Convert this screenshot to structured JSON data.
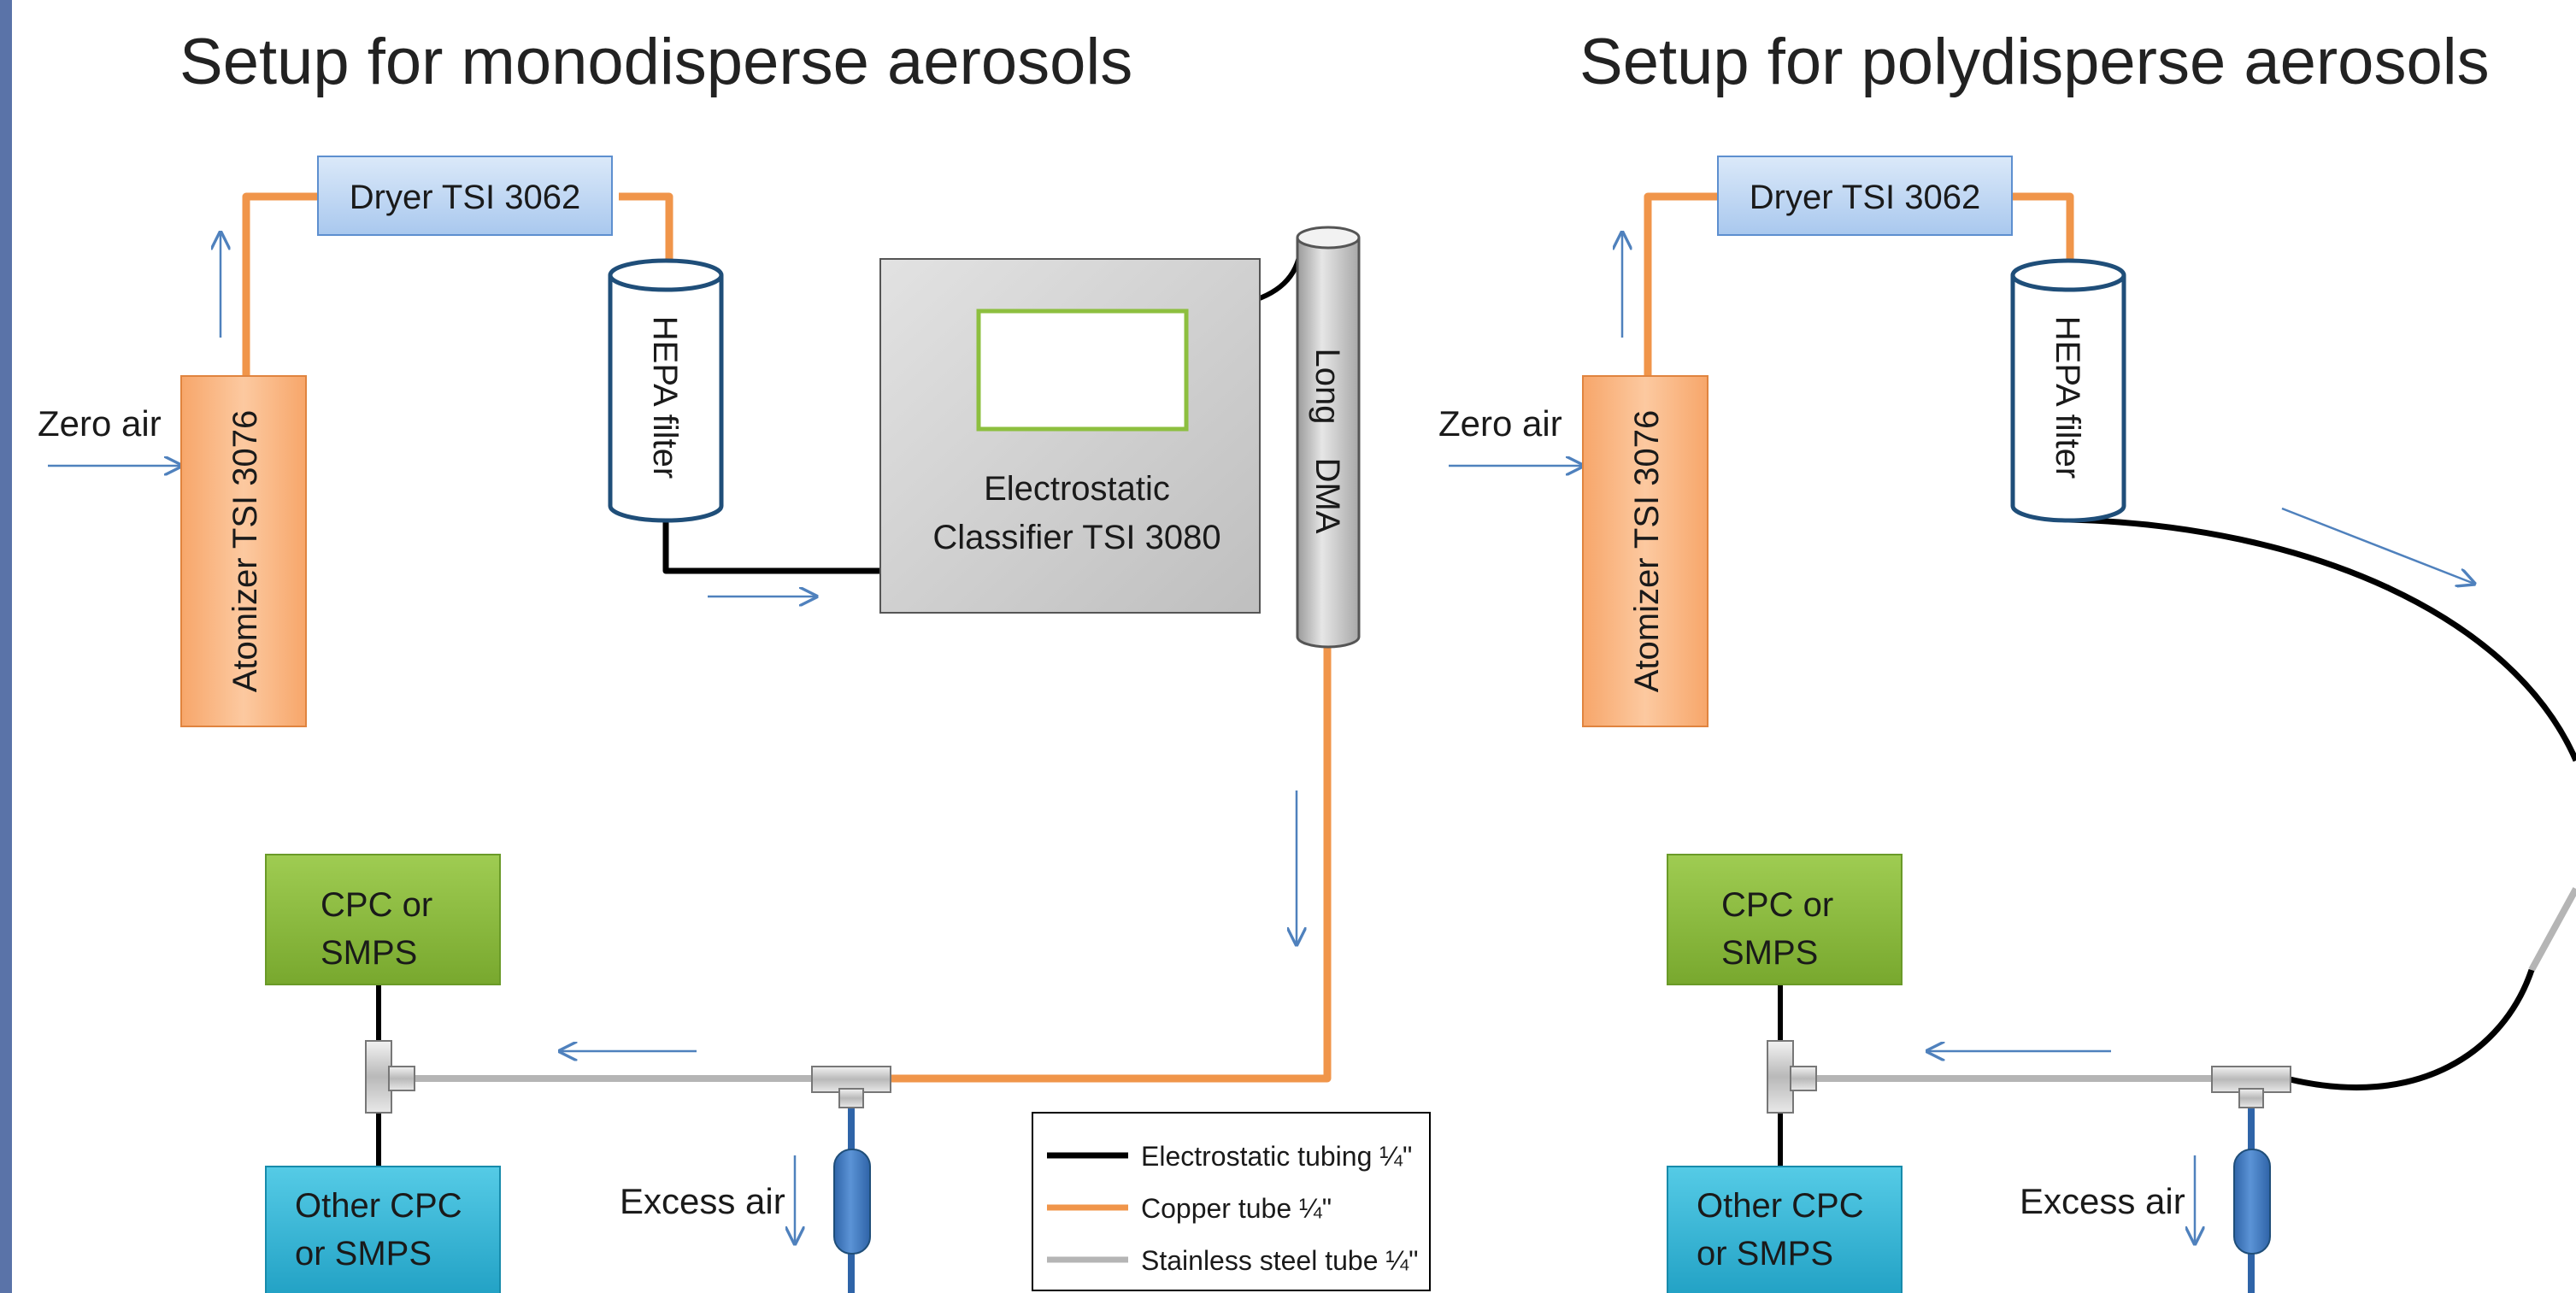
{
  "left_panel": {
    "title": "Setup for monodisperse aerosols",
    "zero_air": "Zero air",
    "atomizer": "Atomizer TSI 3076",
    "dryer": "Dryer TSI 3062",
    "hepa": "HEPA filter",
    "classifier_line1": "Electrostatic",
    "classifier_line2": "Classifier TSI 3080",
    "dma_line1": "Long",
    "dma_line2": "DMA",
    "cpc_line1": "CPC or",
    "cpc_line2": "SMPS",
    "other_cpc_line1": "Other CPC",
    "other_cpc_line2": "or SMPS",
    "excess_air": "Excess air"
  },
  "right_panel": {
    "title": "Setup for polydisperse aerosols",
    "zero_air": "Zero air",
    "atomizer": "Atomizer TSI 3076",
    "dryer": "Dryer TSI 3062",
    "hepa": "HEPA filter",
    "cpc_line1": "CPC or",
    "cpc_line2": "SMPS",
    "other_cpc_line1": "Other CPC",
    "other_cpc_line2": "or SMPS",
    "excess_air": "Excess air"
  },
  "legend": {
    "items": [
      {
        "label": "Electrostatic tubing ¼\"",
        "color": "#000000"
      },
      {
        "label": "Copper tube ¼\"",
        "color": "#f0954a"
      },
      {
        "label": "Stainless steel tube ¼\"",
        "color": "#b5b5b5"
      }
    ]
  },
  "colors": {
    "copper": "#f0954a",
    "electrostatic": "#000000",
    "steel": "#b5b5b5",
    "arrow": "#4f81bd",
    "atomizer_fill": "#fbbf91",
    "dryer_fill": "#c6dcf5",
    "cpc_fill": "#8dbf3f",
    "other_cpc_fill": "#3bb8d6",
    "hepa_stroke": "#1f4e79",
    "side_bar": "#5a73a8"
  }
}
